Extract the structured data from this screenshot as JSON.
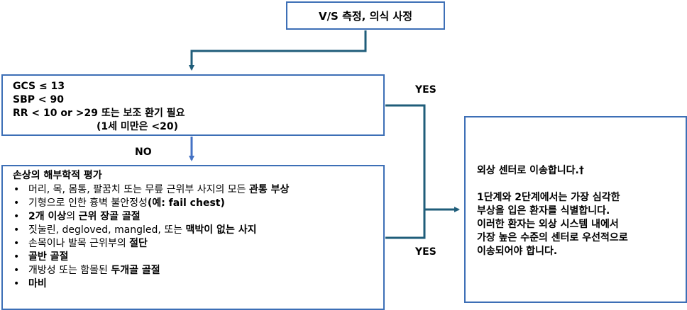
{
  "top_box": {
    "text": "V/S 측정, 의식 사정"
  },
  "criteria_box": {
    "lines": [
      "GCS ≤ 13",
      "SBP < 90",
      "RR < 10 or >29 또는 보조 환기 필요"
    ],
    "note": "(1세 미만은 <20)"
  },
  "anatomy_box": {
    "title": "손상의 해부학적 평가",
    "items": [
      {
        "normal": "머리, 목, 몸통, 팔꿈치 또는 무릎 근위부 사지의 모든 ",
        "bold": "관통 부상"
      },
      {
        "normal": "기형으로 인한 흉벽 불안정성",
        "bold": "(예: fail chest)"
      },
      {
        "bold": "2개 이상",
        "normal": "의 ",
        "bold2": "근위 장골 골절"
      },
      {
        "normal": "짓눌린, degloved, mangled, 또는 ",
        "bold": "맥박이 없는 사지"
      },
      {
        "normal": "손목이나 발목 근위부의 ",
        "bold": "절단"
      },
      {
        "bold": "골반 골절"
      },
      {
        "normal": "개방성 또는 함몰된 ",
        "bold": "두개골 골절"
      },
      {
        "bold": "마비"
      }
    ]
  },
  "result_box": {
    "line1": "외상 센터로 이송합니다.†",
    "para": [
      "1단계와 2단계에서는 가장 심각한",
      "부상을 입은 환자를 식별합니다.",
      "이러한 환자는 외상 시스템 내에서",
      "가장 높은 수준의 센터로 우선적으로",
      "이송되어야 합니다."
    ]
  },
  "labels": {
    "yes_top": "YES",
    "no": "NO",
    "yes_bottom": "YES"
  },
  "colors": {
    "border": "#3d6fb6",
    "connector_dark": "#1f5d7a",
    "arrow_blue": "#4472c4"
  }
}
